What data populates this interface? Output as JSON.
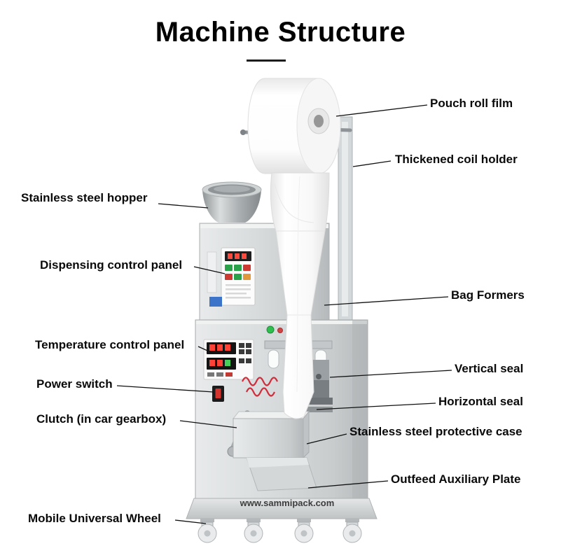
{
  "title": "Machine Structure",
  "watermark": "www.sammipack.com",
  "labels": {
    "pouch_roll_film": "Pouch roll film",
    "thickened_coil_holder": "Thickened coil holder",
    "stainless_steel_hopper": "Stainless steel hopper",
    "dispensing_control_panel": "Dispensing control panel",
    "bag_formers": "Bag Formers",
    "temperature_control_panel": "Temperature control panel",
    "vertical_seal": "Vertical seal",
    "power_switch": "Power switch",
    "horizontal_seal": "Horizontal seal",
    "clutch": "Clutch (in car gearbox)",
    "stainless_steel_protective_case": "Stainless steel protective case",
    "outfeed_auxiliary_plate": "Outfeed Auxiliary Plate",
    "mobile_universal_wheel": "Mobile Universal Wheel"
  }
}
